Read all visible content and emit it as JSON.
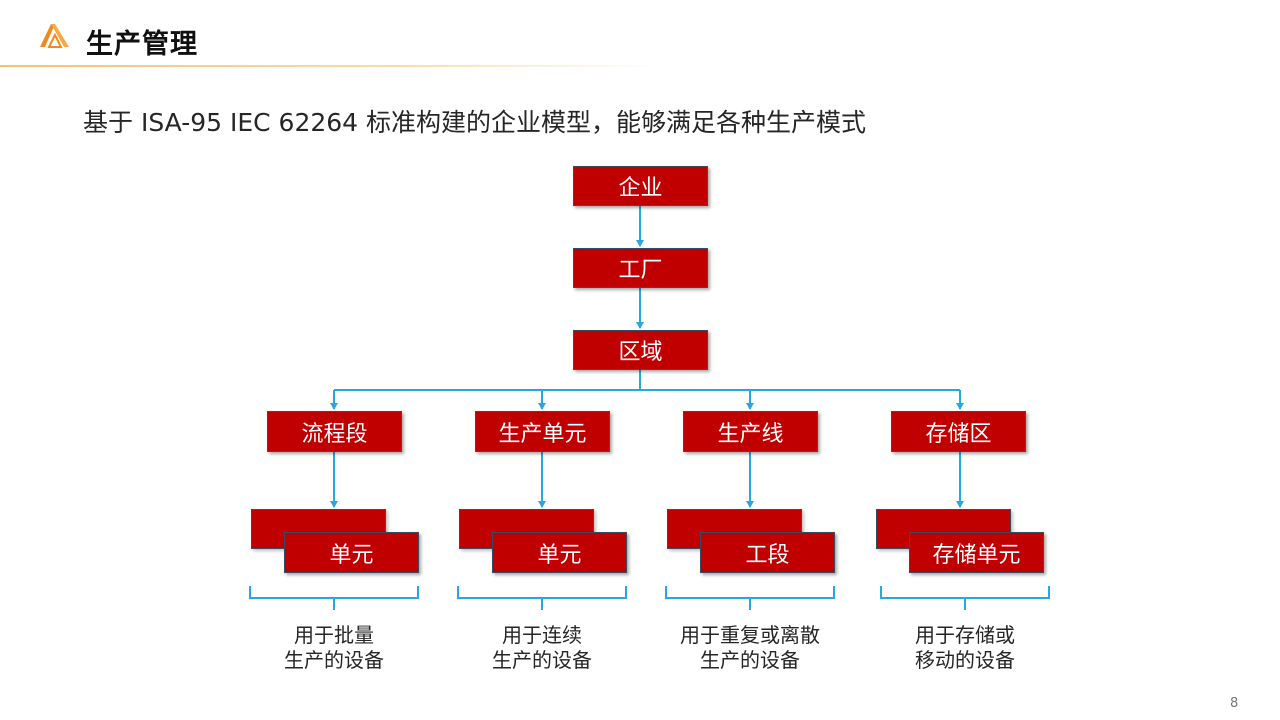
{
  "header": {
    "title": "生产管理",
    "logo_icon": "orange-triangle-logo",
    "accent_color": "#f08a1c"
  },
  "subtitle": "基于 ISA-95 IEC 62264 标准构建的企业模型，能够满足各种生产模式",
  "hierarchy": {
    "enterprise": "企业",
    "site": "工厂",
    "area": "区域",
    "branches": [
      {
        "category": "流程段",
        "unit": "单元",
        "desc_lines": [
          "用于批量",
          "生产的设备"
        ]
      },
      {
        "category": "生产单元",
        "unit": "单元",
        "desc_lines": [
          "用于连续",
          "生产的设备"
        ]
      },
      {
        "category": "生产线",
        "unit": "工段",
        "desc_lines": [
          "用于重复或离散",
          "生产的设备"
        ]
      },
      {
        "category": "存储区",
        "unit": "存储单元",
        "desc_lines": [
          "用于存储或",
          "移动的设备"
        ]
      }
    ]
  },
  "colors": {
    "box_fill": "#c00000",
    "box_border": "#3b4a5e",
    "connector": "#29a8e0"
  },
  "footer": {
    "page_number": "8"
  }
}
